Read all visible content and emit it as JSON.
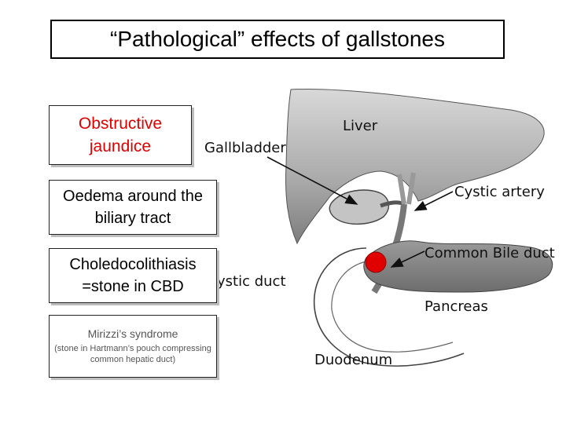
{
  "title": "“Pathological” effects of gallstones",
  "boxes": {
    "obstructive": "Obstructive jaundice",
    "oedema": "Oedema around the biliary tract",
    "choledocho_line1": "Choledocolithiasis",
    "choledocho_line2": "=stone in CBD",
    "mirizzi_title": "Mirizzi’s syndrome",
    "mirizzi_sub": "(stone in Hartmann’s pouch compressing common hepatic duct)"
  },
  "labels": {
    "liver": "Liver",
    "gallbladder": "Gallbladder",
    "cystic_artery": "Cystic artery",
    "common_bile_duct": "Common Bile duct",
    "cystic_duct": "ystic duct",
    "pancreas": "Pancreas",
    "duodenum": "Duodenum"
  },
  "colors": {
    "stone": "#e00000",
    "highlight_text": "#e00000"
  }
}
